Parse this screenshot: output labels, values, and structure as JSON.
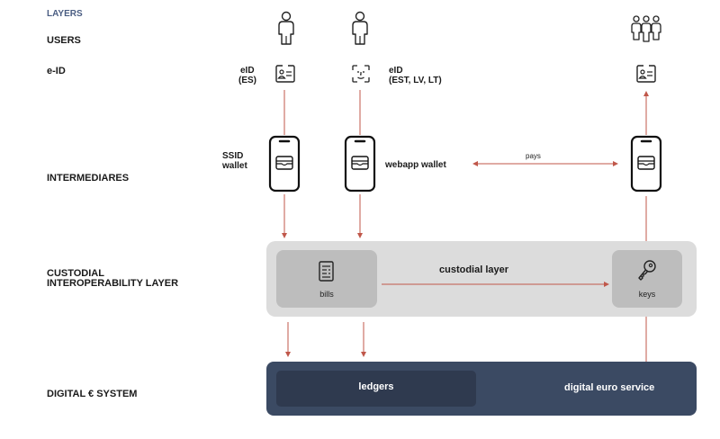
{
  "layers": {
    "heading": "LAYERS",
    "users": "USERS",
    "eid": "e-ID",
    "intermediaries": "INTERMEDIARES",
    "custodial_line1": "CUSTODIAL",
    "custodial_line2": "INTEROPERABILITY LAYER",
    "digital": "DIGITAL € SYSTEM"
  },
  "eid_labels": {
    "es_line1": "eID",
    "es_line2": "(ES)",
    "est_line1": "eID",
    "est_line2": "(EST, LV, LT)"
  },
  "wallets": {
    "ssid_line1": "SSID",
    "ssid_line2": "wallet",
    "webapp": "webapp wallet",
    "pays": "pays"
  },
  "custodial": {
    "bills": "bills",
    "layer_label": "custodial layer",
    "keys": "keys"
  },
  "digital_system": {
    "ledgers": "ledgers",
    "service": "digital euro service"
  },
  "colors": {
    "arrow": "#c0574a",
    "layers_heading": "#4a5d82",
    "custodial_band": "#dcdcdc",
    "box": "#bdbdbd",
    "digital_band": "#3b4a63",
    "ledgers_box": "#2f3a4f"
  },
  "icons": [
    "person-icon",
    "group-icon",
    "id-card-icon",
    "face-id-icon",
    "phone-wallet-icon",
    "document-icon",
    "key-icon"
  ]
}
